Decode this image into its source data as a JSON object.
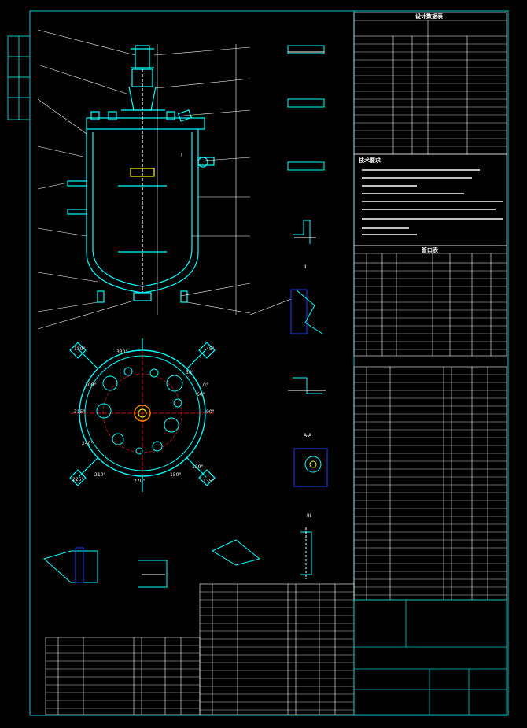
{
  "drawing": {
    "title_cells": {
      "design_spec_title": "设计数据表",
      "tech_req_title": "技术要求",
      "nozzle_table_title": "管口表",
      "section_II": "II",
      "section_I": "I",
      "section_AA": "A-A",
      "section_III": "III"
    },
    "orientation_angles": [
      "180°",
      "0°",
      "90°",
      "270°",
      "45°",
      "135°",
      "225°",
      "315°",
      "30°",
      "60°",
      "120°",
      "150°",
      "210°",
      "240°",
      "300°",
      "330°"
    ],
    "colors": {
      "background": "#000000",
      "frame": "#00c8c8",
      "vessel": "#00ffff",
      "centerline": "#ff2020",
      "detail": "#ffffff",
      "accent_green": "#40ff40",
      "accent_yellow": "#ffff00",
      "accent_blue": "#2040ff",
      "accent_orange": "#ff8000"
    }
  }
}
